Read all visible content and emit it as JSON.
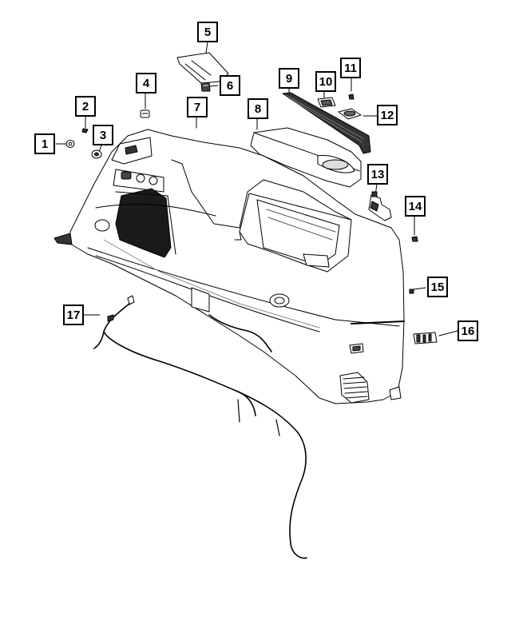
{
  "callouts": [
    {
      "id": "c1",
      "label": "1"
    },
    {
      "id": "c2",
      "label": "2"
    },
    {
      "id": "c3",
      "label": "3"
    },
    {
      "id": "c4",
      "label": "4"
    },
    {
      "id": "c5",
      "label": "5"
    },
    {
      "id": "c6",
      "label": "6"
    },
    {
      "id": "c7",
      "label": "7"
    },
    {
      "id": "c8",
      "label": "8"
    },
    {
      "id": "c9",
      "label": "9"
    },
    {
      "id": "c10",
      "label": "10"
    },
    {
      "id": "c11",
      "label": "11"
    },
    {
      "id": "c12",
      "label": "12"
    },
    {
      "id": "c13",
      "label": "13"
    },
    {
      "id": "c14",
      "label": "14"
    },
    {
      "id": "c15",
      "label": "15"
    },
    {
      "id": "c16",
      "label": "16"
    },
    {
      "id": "c17",
      "label": "17"
    }
  ],
  "colors": {
    "line": "#000000",
    "background": "#ffffff",
    "dark_fill": "#1a1a1a",
    "part_fill": "#ffffff"
  }
}
